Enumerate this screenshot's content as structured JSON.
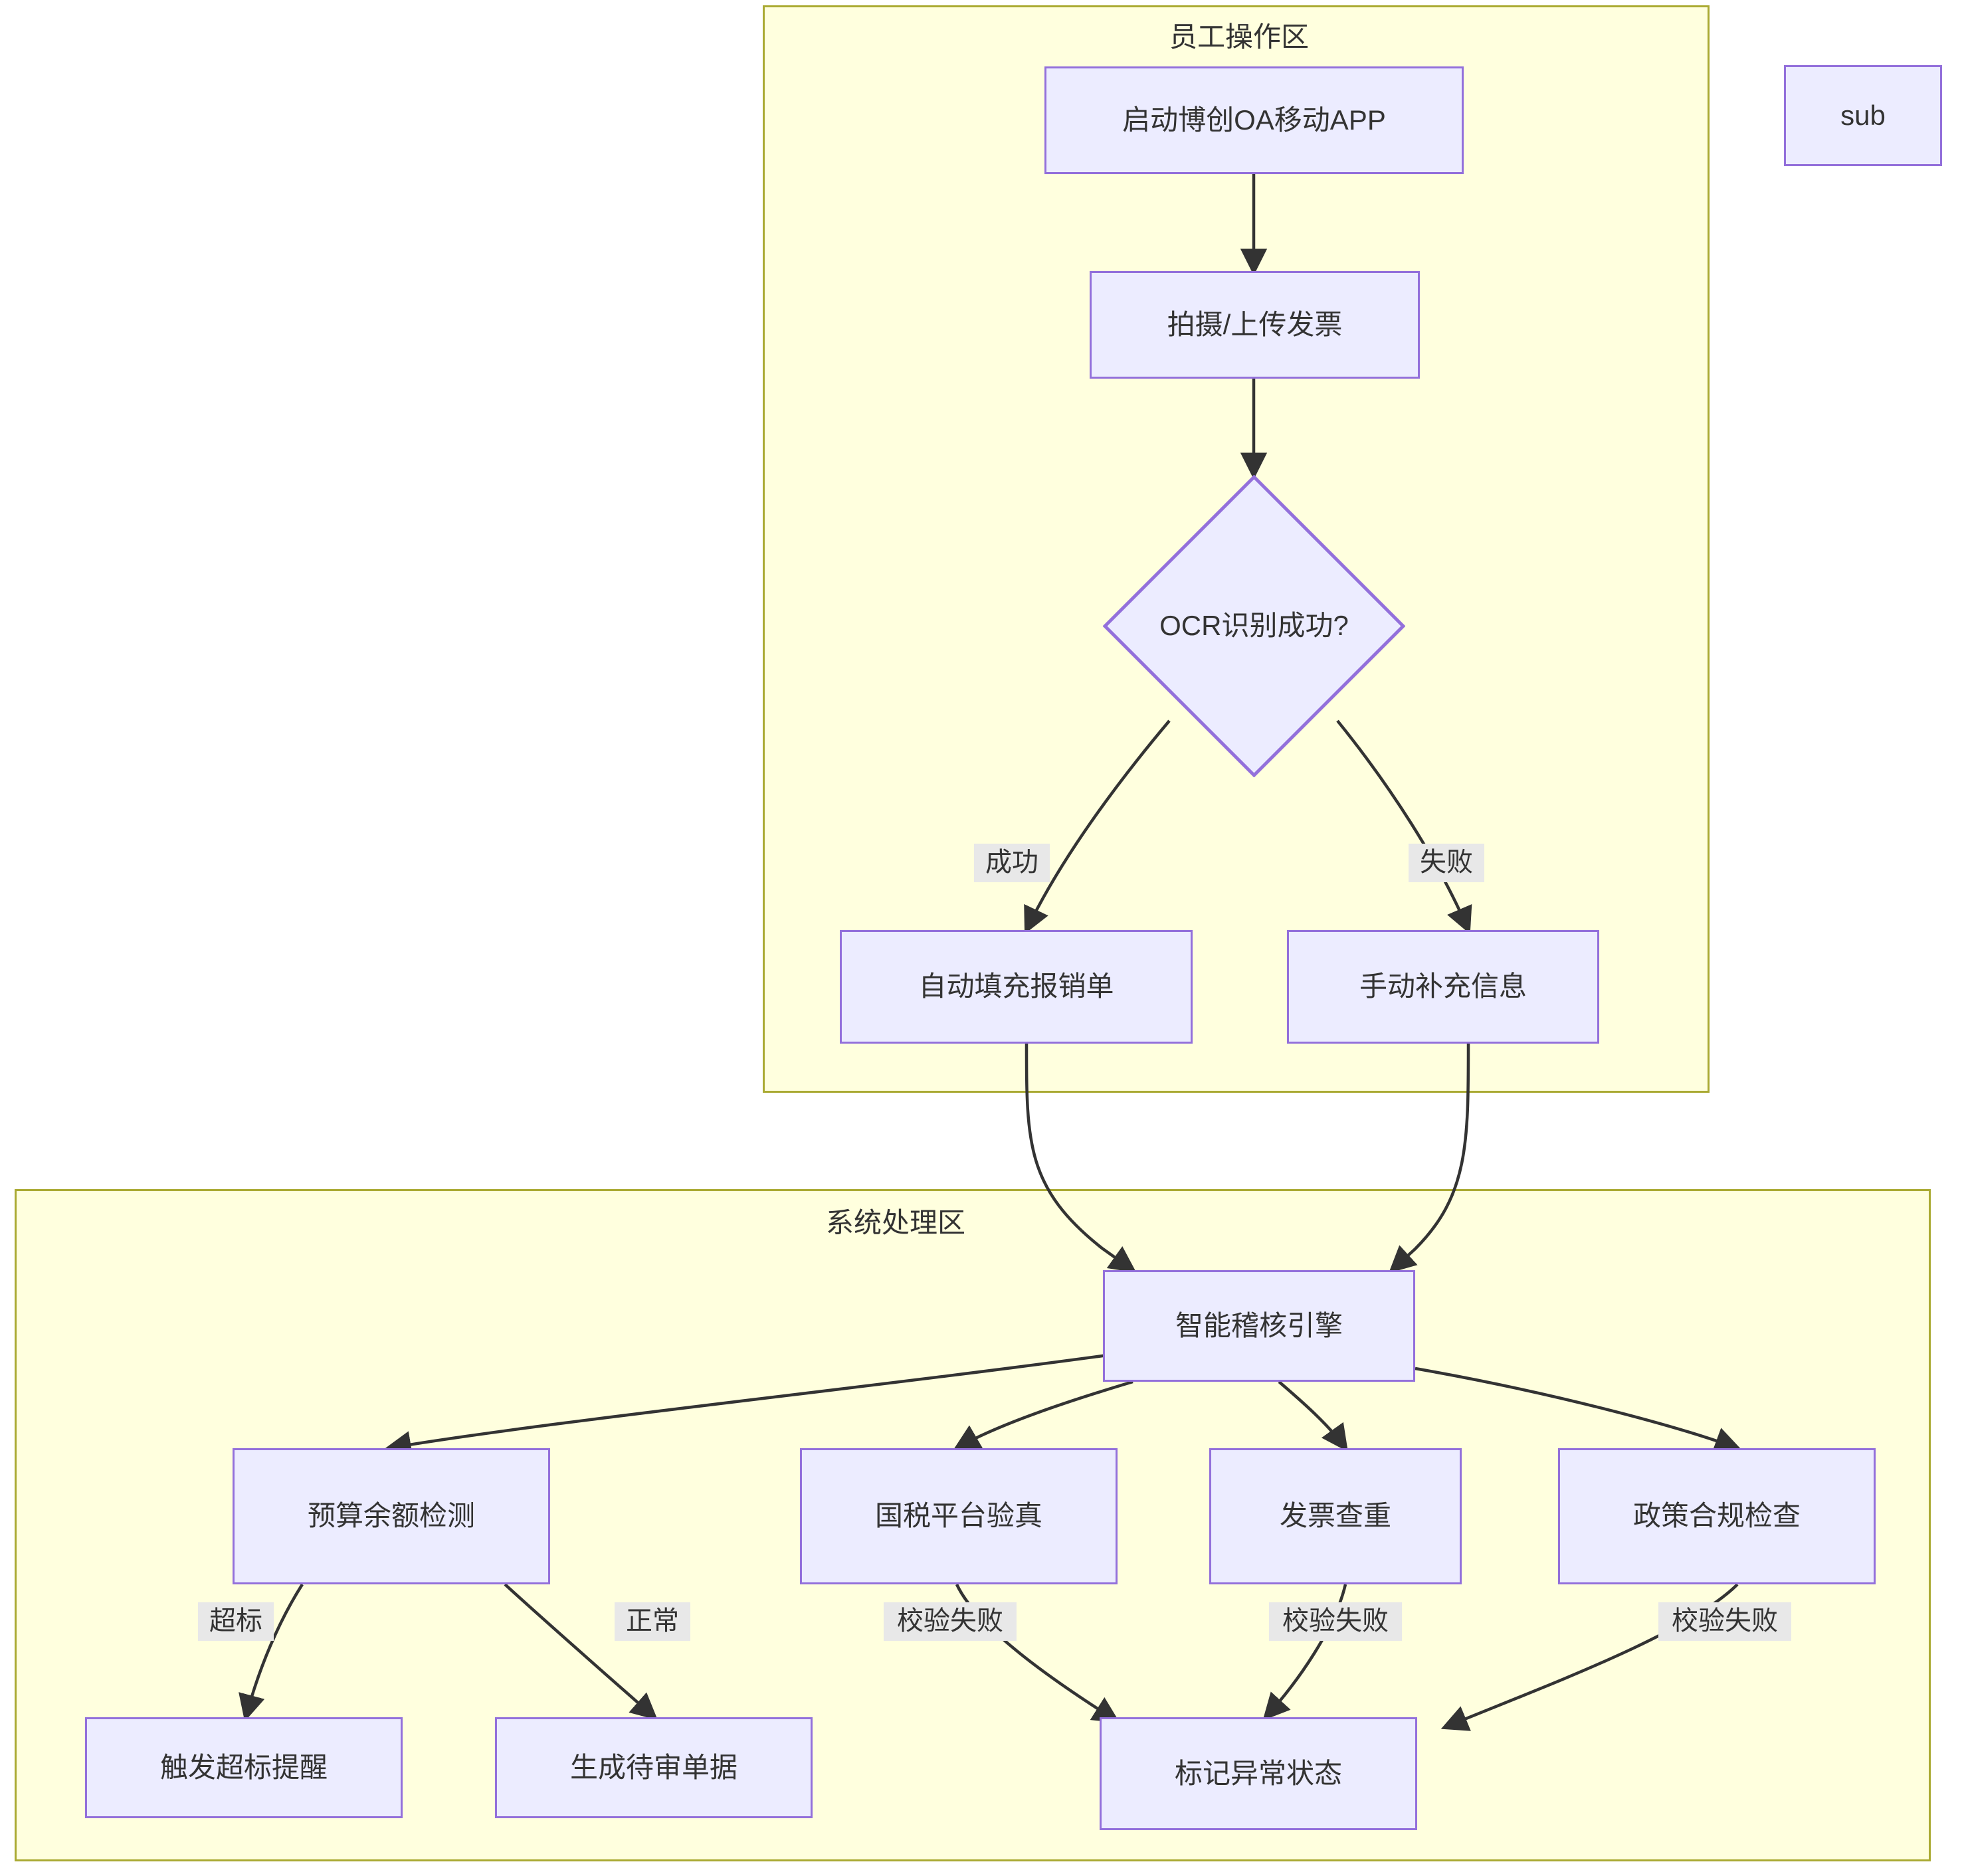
{
  "diagram": {
    "type": "flowchart",
    "direction": "top-down",
    "theme": {
      "node_fill": "#ececff",
      "node_stroke": "#9370db",
      "cluster_fill": "#ffffde",
      "cluster_stroke": "#aaaa33",
      "edge_stroke": "#333333",
      "edge_label_bg": "#e8e8e8",
      "text_color": "#333333",
      "page_bg": "#ffffff"
    },
    "clusters": [
      {
        "id": "employee-zone",
        "title": "员工操作区"
      },
      {
        "id": "system-zone",
        "title": "系统处理区"
      }
    ],
    "nodes": [
      {
        "id": "start-app",
        "label": "启动博创OA移动APP",
        "shape": "rect",
        "cluster": "employee-zone"
      },
      {
        "id": "capture-invoice",
        "label": "拍摄/上传发票",
        "shape": "rect",
        "cluster": "employee-zone"
      },
      {
        "id": "ocr-check",
        "label": "OCR识别成功?",
        "shape": "diamond",
        "cluster": "employee-zone"
      },
      {
        "id": "auto-fill",
        "label": "自动填充报销单",
        "shape": "rect",
        "cluster": "employee-zone"
      },
      {
        "id": "manual-fill",
        "label": "手动补充信息",
        "shape": "rect",
        "cluster": "employee-zone"
      },
      {
        "id": "audit-engine",
        "label": "智能稽核引擎",
        "shape": "rect",
        "cluster": "system-zone"
      },
      {
        "id": "budget-check",
        "label": "预算余额检测",
        "shape": "rect",
        "cluster": "system-zone"
      },
      {
        "id": "tax-verify",
        "label": "国税平台验真",
        "shape": "rect",
        "cluster": "system-zone"
      },
      {
        "id": "dup-check",
        "label": "发票查重",
        "shape": "rect",
        "cluster": "system-zone"
      },
      {
        "id": "policy-check",
        "label": "政策合规检查",
        "shape": "rect",
        "cluster": "system-zone"
      },
      {
        "id": "over-budget-alert",
        "label": "触发超标提醒",
        "shape": "rect",
        "cluster": "system-zone"
      },
      {
        "id": "pending-doc",
        "label": "生成待审单据",
        "shape": "rect",
        "cluster": "system-zone"
      },
      {
        "id": "mark-abnormal",
        "label": "标记异常状态",
        "shape": "rect",
        "cluster": "system-zone"
      },
      {
        "id": "sub",
        "label": "sub",
        "shape": "rect",
        "cluster": null
      }
    ],
    "edges": [
      {
        "from": "start-app",
        "to": "capture-invoice",
        "label": ""
      },
      {
        "from": "capture-invoice",
        "to": "ocr-check",
        "label": ""
      },
      {
        "from": "ocr-check",
        "to": "auto-fill",
        "label": "成功"
      },
      {
        "from": "ocr-check",
        "to": "manual-fill",
        "label": "失败"
      },
      {
        "from": "auto-fill",
        "to": "audit-engine",
        "label": ""
      },
      {
        "from": "manual-fill",
        "to": "audit-engine",
        "label": ""
      },
      {
        "from": "audit-engine",
        "to": "budget-check",
        "label": ""
      },
      {
        "from": "audit-engine",
        "to": "tax-verify",
        "label": ""
      },
      {
        "from": "audit-engine",
        "to": "dup-check",
        "label": ""
      },
      {
        "from": "audit-engine",
        "to": "policy-check",
        "label": ""
      },
      {
        "from": "budget-check",
        "to": "over-budget-alert",
        "label": "超标"
      },
      {
        "from": "budget-check",
        "to": "pending-doc",
        "label": "正常"
      },
      {
        "from": "tax-verify",
        "to": "mark-abnormal",
        "label": "校验失败"
      },
      {
        "from": "dup-check",
        "to": "mark-abnormal",
        "label": "校验失败"
      },
      {
        "from": "policy-check",
        "to": "mark-abnormal",
        "label": "校验失败"
      }
    ],
    "edge_labels": {
      "ocr_success": "成功",
      "ocr_fail": "失败",
      "budget_over": "超标",
      "budget_normal": "正常",
      "verify_fail_1": "校验失败",
      "verify_fail_2": "校验失败",
      "verify_fail_3": "校验失败"
    }
  }
}
